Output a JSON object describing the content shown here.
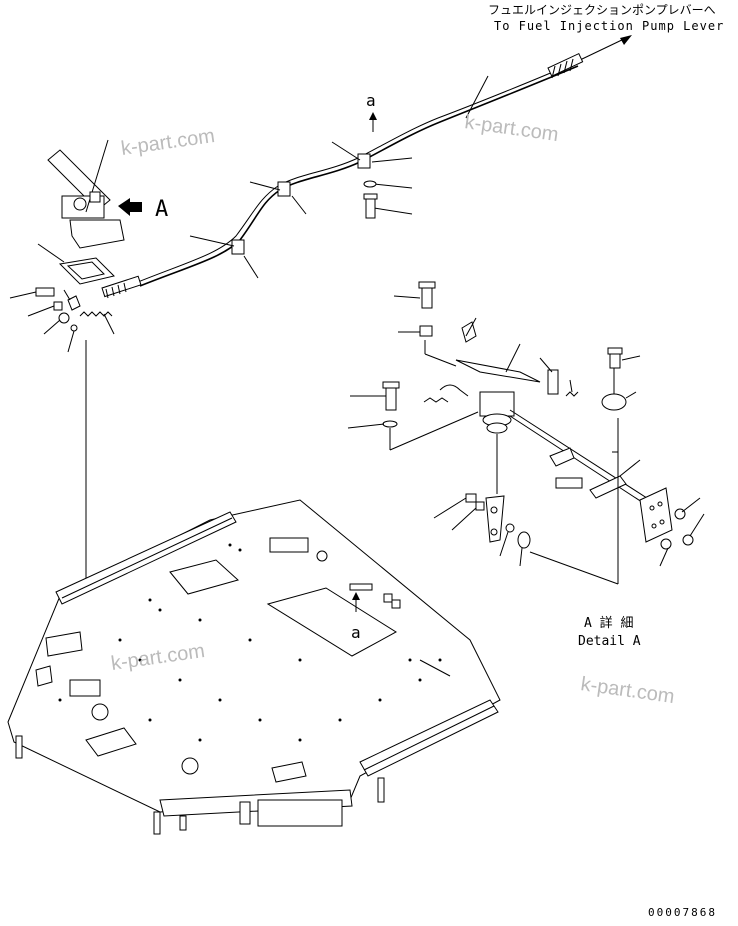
{
  "header": {
    "japanese_note": "フュエルインジェクションポンプレバーへ",
    "english_note": "To Fuel Injection Pump Lever"
  },
  "view_marks": {
    "view_a": "A",
    "small_a_top": "a",
    "small_a_floor": "a"
  },
  "detail": {
    "title_jp": "A 詳 細",
    "title_en": "Detail A"
  },
  "watermarks": [
    "k-part.com",
    "k-part.com",
    "k-part.com",
    "k-part.com"
  ],
  "drawing_number": "00007868",
  "colors": {
    "line": "#000000",
    "watermark": "#bbbbbb",
    "background": "#ffffff"
  }
}
